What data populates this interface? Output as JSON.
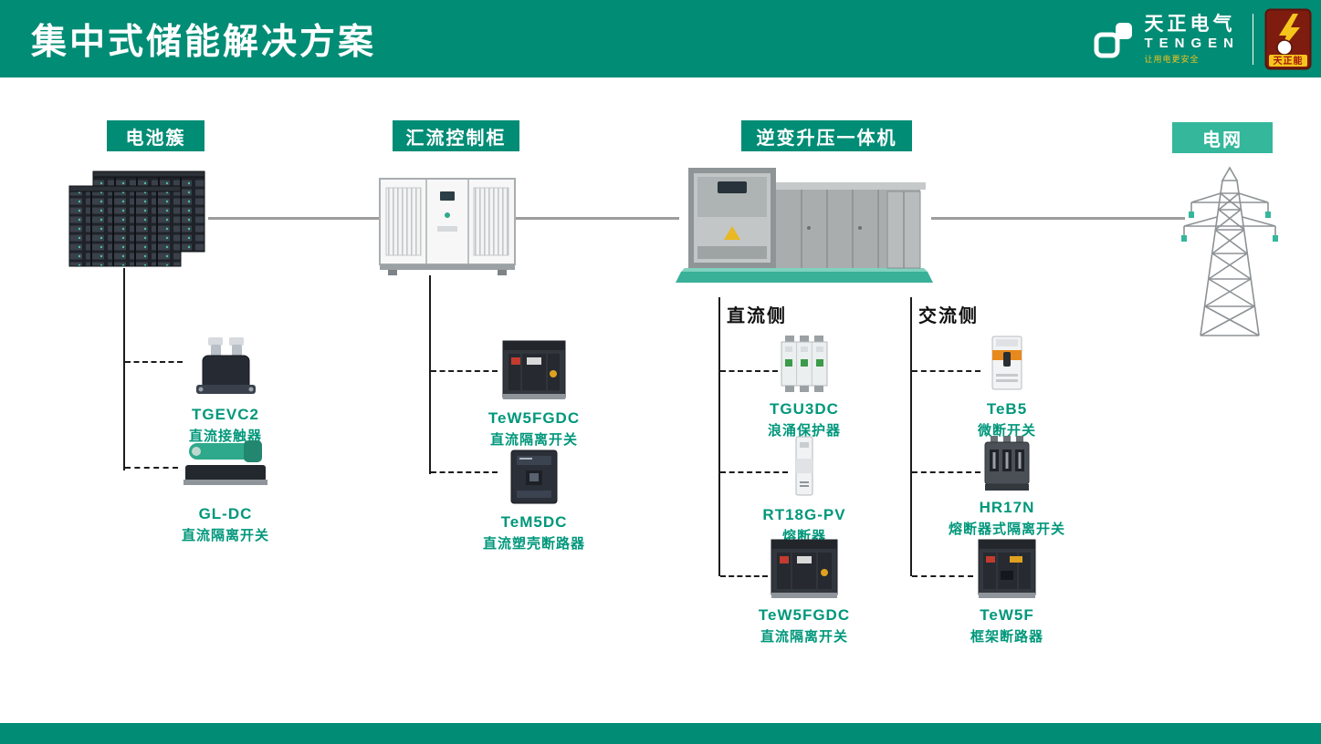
{
  "header": {
    "title": "集中式储能解决方案"
  },
  "logo": {
    "brand_cn": "天正电气",
    "brand_en": "TENGEN",
    "tagline": "让用电更安全",
    "badge_text": "天正能"
  },
  "flow": {
    "node_battery": "电池簇",
    "node_combiner": "汇流控制柜",
    "node_inverter": "逆变升压一体机",
    "node_grid": "电网",
    "side_dc": "直流侧",
    "side_ac": "交流侧"
  },
  "products": {
    "battery": [
      {
        "model": "TGEVC2",
        "desc": "直流接触器"
      },
      {
        "model": "GL-DC",
        "desc": "直流隔离开关"
      }
    ],
    "combiner": [
      {
        "model": "TeW5FGDC",
        "desc": "直流隔离开关"
      },
      {
        "model": "TeM5DC",
        "desc": "直流塑壳断路器"
      }
    ],
    "dc_side": [
      {
        "model": "TGU3DC",
        "desc": "浪涌保护器"
      },
      {
        "model": "RT18G-PV",
        "desc": "熔断器"
      },
      {
        "model": "TeW5FGDC",
        "desc": "直流隔离开关"
      }
    ],
    "ac_side": [
      {
        "model": "TeB5",
        "desc": "微断开关"
      },
      {
        "model": "HR17N",
        "desc": "熔断器式隔离开关"
      },
      {
        "model": "TeW5F",
        "desc": "框架断路器"
      }
    ]
  },
  "colors": {
    "header_teal": "#018C75",
    "grid_label_teal": "#35B79C",
    "product_text_green": "#00977B",
    "connector_grey": "#9C9C9C",
    "badge_red": "#7E1C10",
    "badge_yellow": "#F6C51C"
  }
}
